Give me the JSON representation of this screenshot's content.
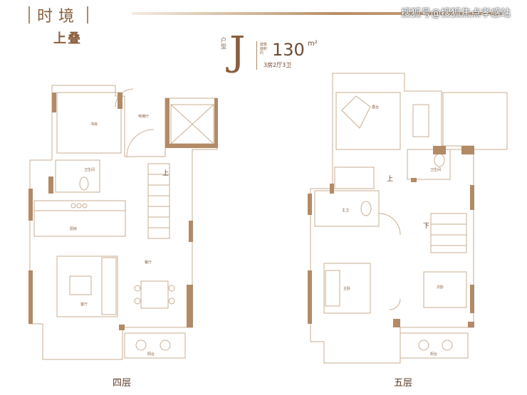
{
  "header": {
    "title": "时境",
    "subtitle": "上叠",
    "watermark": "搜狐号@搜狐焦点孝感站"
  },
  "unit": {
    "type_prefix": "户型",
    "type_letter": "J",
    "area_label": "建筑面积约",
    "area_value": "130",
    "area_unit": "m²",
    "layout": "3房2厅3卫"
  },
  "floors": [
    {
      "label": "四层"
    },
    {
      "label": "五层"
    }
  ],
  "rooms": {
    "floor4": {
      "study": "书房",
      "elevator": "电梯厅",
      "bath": "卫生间",
      "kitchen": "厨房",
      "living": "客厅",
      "dining": "餐厅",
      "balcony": "阳台",
      "up": "上"
    },
    "floor5": {
      "terrace": "露台",
      "bath2": "卫生间",
      "master_bath": "主卫",
      "master_bed": "主卧",
      "bedroom": "次卧",
      "balcony": "阳台",
      "up": "上",
      "down": "下"
    }
  },
  "colors": {
    "wall": "#b28a66",
    "line": "#c9ad92",
    "text": "#8a5f3e"
  }
}
